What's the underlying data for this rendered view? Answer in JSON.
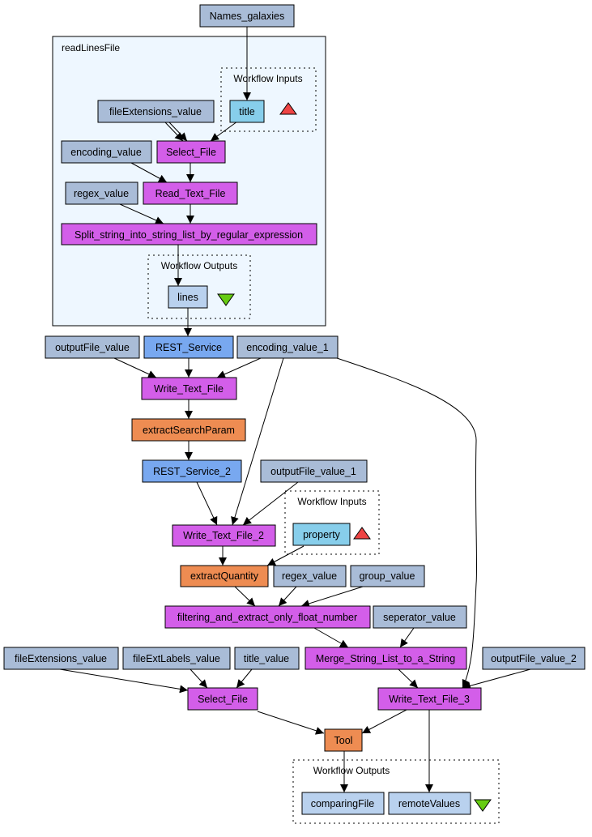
{
  "colors": {
    "constant": "#a9bcd7",
    "workflow_input": "#87ceeb",
    "beanshell": "#d35ee9",
    "rest": "#78a8f0",
    "xpath": "#ee8c52",
    "output": "#b9d1ee",
    "cluster_fill": "#eef7ff",
    "triangle_up": "#ee4444",
    "triangle_down": "#66cc11"
  },
  "clusters": {
    "readlines": "readLinesFile",
    "inputs_inner": "Workflow Inputs",
    "outputs_inner": "Workflow Outputs",
    "inputs_outer": "Workflow Inputs",
    "outputs_outer": "Workflow Outputs"
  },
  "nodes": {
    "names_galaxies": "Names_galaxies",
    "title": "title",
    "fileextensions_value": "fileExtensions_value",
    "select_file_inner": "Select_File",
    "encoding_value": "encoding_value",
    "read_text_file": "Read_Text_File",
    "regex_value_inner": "regex_value",
    "split_string": "Split_string_into_string_list_by_regular_expression",
    "lines": "lines",
    "outputfile_value": "outputFile_value",
    "rest_service": "REST_Service",
    "encoding_value_1": "encoding_value_1",
    "write_text_file": "Write_Text_File",
    "extract_search_param": "extractSearchParam",
    "rest_service_2": "REST_Service_2",
    "outputfile_value_1": "outputFile_value_1",
    "write_text_file_2": "Write_Text_File_2",
    "property": "property",
    "extract_quantity": "extractQuantity",
    "regex_value": "regex_value",
    "group_value": "group_value",
    "filtering": "filtering_and_extract_only_float_number",
    "seperator_value": "seperator_value",
    "fileextensions_value_2": "fileExtensions_value",
    "fileextlabels_value": "fileExtLabels_value",
    "title_value": "title_value",
    "merge_string": "Merge_String_List_to_a_String",
    "outputfile_value_2": "outputFile_value_2",
    "select_file": "Select_File",
    "write_text_file_3": "Write_Text_File_3",
    "tool": "Tool",
    "comparing_file": "comparingFile",
    "remote_values": "remoteValues"
  }
}
